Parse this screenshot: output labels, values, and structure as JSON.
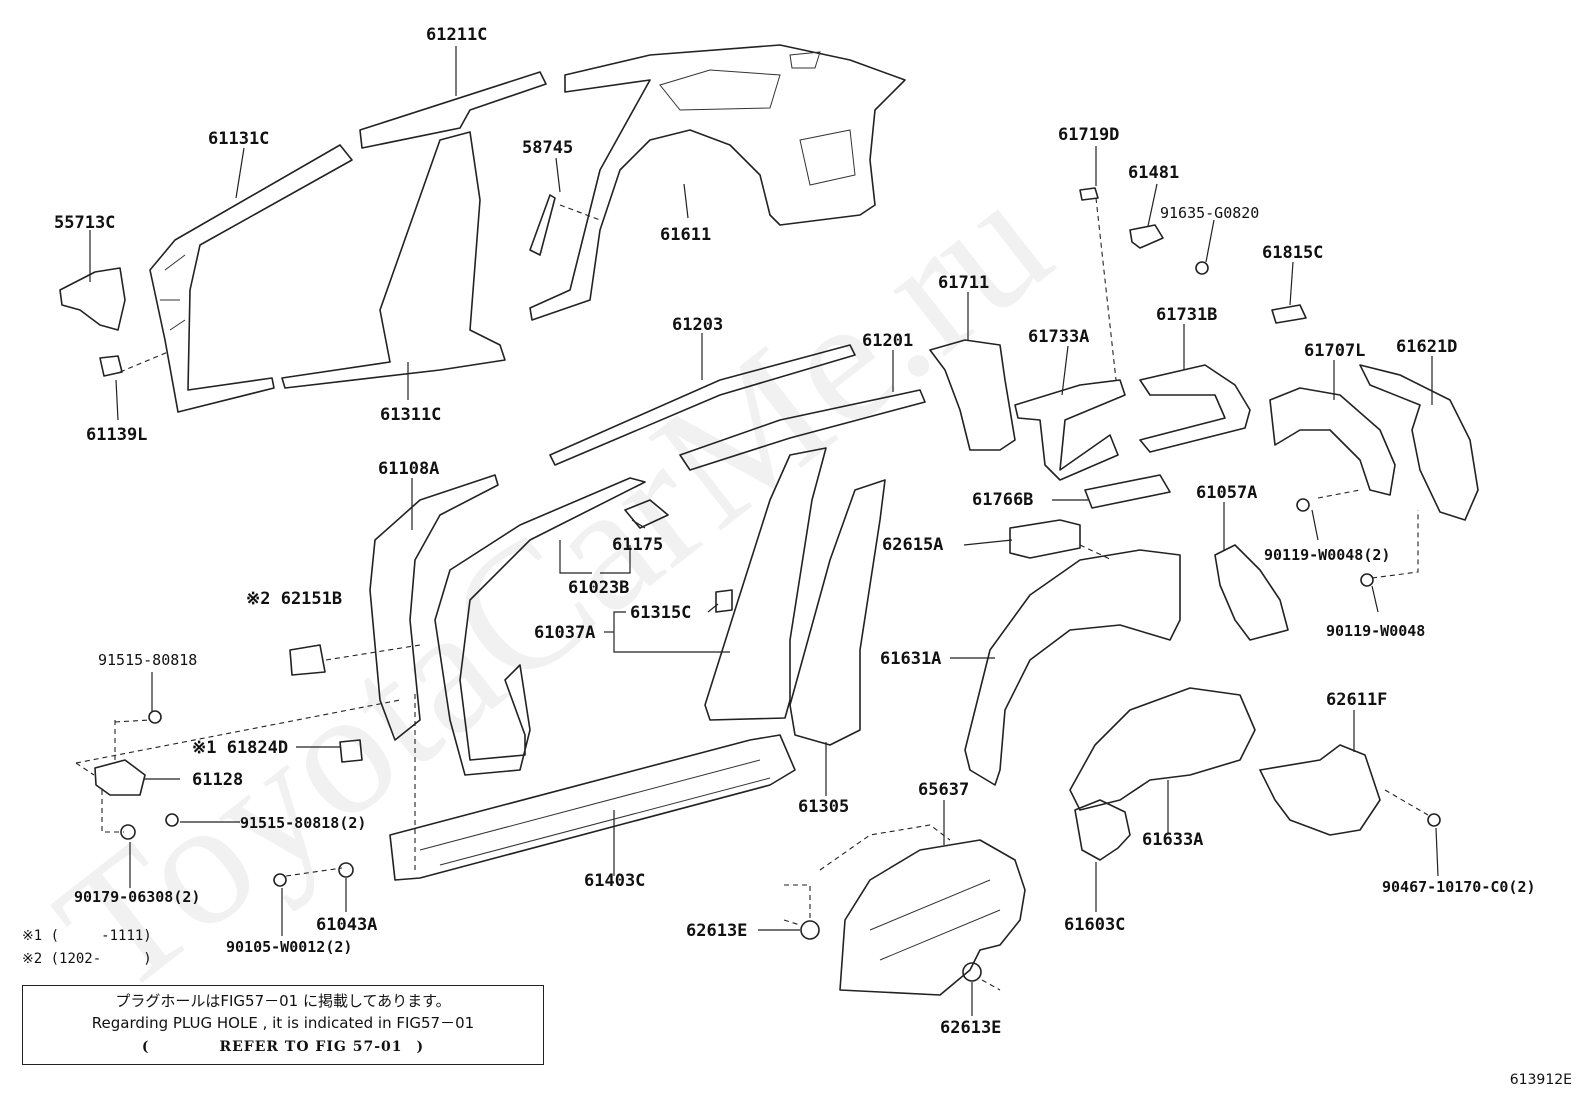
{
  "watermark": "ToyotaCarMe.ru",
  "figure_code": "613912E",
  "footnotes": [
    "※1 (     -1111)",
    "※2 (1202-     )"
  ],
  "note_box": {
    "line1": "プラグホールはFIG57－01 に掲載してあります。",
    "line2": "Regarding PLUG HOLE , it is indicated in FIG57－01",
    "line3_open": "(",
    "line3_text": "REFER TO FIG 57-01",
    "line3_close": ")"
  },
  "labels": {
    "p61211C": "61211C",
    "p61131C": "61131C",
    "p58745": "58745",
    "p61611": "61611",
    "p55713C": "55713C",
    "p61139L": "61139L",
    "p61311C": "61311C",
    "p61203": "61203",
    "p61201": "61201",
    "p61719D": "61719D",
    "p61481": "61481",
    "p91635G0820": "91635-G0820",
    "p61815C": "61815C",
    "p61711": "61711",
    "p61733A": "61733A",
    "p61731B": "61731B",
    "p61707L": "61707L",
    "p61621D": "61621D",
    "p61108A": "61108A",
    "p61175": "61175",
    "p61023B": "61023B",
    "p61766B": "61766B",
    "p61057A": "61057A",
    "p62615A": "62615A",
    "p90119W0048x2": "90119-W0048(2)",
    "p62151B": "※2 62151B",
    "p61315C": "61315C",
    "p61037A": "61037A",
    "p90119W0048": "90119-W0048",
    "p9151580818": "91515-80818",
    "p61631A": "61631A",
    "p62611F": "62611F",
    "p61824D": "※1 61824D",
    "p61128": "61128",
    "p61305": "61305",
    "p65637": "65637",
    "p9151580818x2": "91515-80818(2)",
    "p61633A": "61633A",
    "p61403C": "61403C",
    "p9017906308": "90179-06308(2)",
    "p61043A": "61043A",
    "p62613E_1": "62613E",
    "p61603C": "61603C",
    "p9046710170": "90467-10170-C0(2)",
    "p90105W0012": "90105-W0012(2)",
    "p62613E_2": "62613E"
  }
}
